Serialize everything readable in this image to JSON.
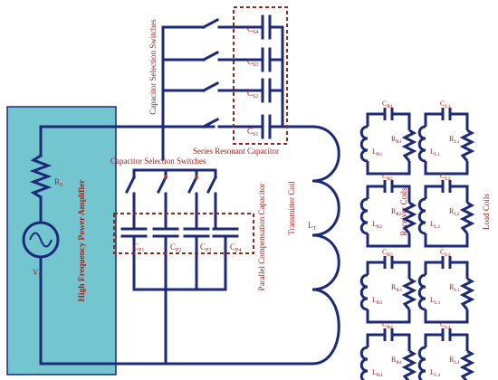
{
  "power_amplifier": {
    "title": "High Frequency Power Amplifier",
    "rs": {
      "main": "R",
      "sub": "S"
    },
    "vs": {
      "main": "V",
      "sub": "S"
    },
    "panel_color": "#73c6cf"
  },
  "series_section": {
    "switch_label": "Capacitor Selection Switches",
    "group_label": "Series Resonant Capacitor",
    "capacitors": [
      {
        "main": "C",
        "sub": "S4"
      },
      {
        "main": "C",
        "sub": "S3"
      },
      {
        "main": "C",
        "sub": "S2"
      },
      {
        "main": "C",
        "sub": "S1"
      }
    ]
  },
  "parallel_section": {
    "switch_label": "Capacitor Selection Switches",
    "group_label": "Parallel Compensation Capacitor",
    "capacitors": [
      {
        "main": "C",
        "sub": "P1"
      },
      {
        "main": "C",
        "sub": "P2"
      },
      {
        "main": "C",
        "sub": "P3"
      },
      {
        "main": "C",
        "sub": "P4"
      }
    ]
  },
  "transmitter": {
    "title": "Transmitter Coil",
    "inductor": {
      "main": "L",
      "sub": "T"
    }
  },
  "receiver_label": "Receiver Coils",
  "load_label": "Load Coils",
  "receiver_coils": [
    {
      "c": {
        "main": "C",
        "sub": "R1"
      },
      "l": {
        "main": "L",
        "sub": "R1"
      },
      "r": {
        "main": "R",
        "sub": "R1"
      }
    },
    {
      "c": {
        "main": "C",
        "sub": "R2"
      },
      "l": {
        "main": "L",
        "sub": "R2"
      },
      "r": {
        "main": "R",
        "sub": "R2"
      }
    },
    {
      "c": {
        "main": "C",
        "sub": "R3"
      },
      "l": {
        "main": "L",
        "sub": "R3"
      },
      "r": {
        "main": "R",
        "sub": "R3"
      }
    },
    {
      "c": {
        "main": "C",
        "sub": "R4"
      },
      "l": {
        "main": "L",
        "sub": "R4"
      },
      "r": {
        "main": "R",
        "sub": "R4"
      }
    }
  ],
  "load_coils": [
    {
      "c": {
        "main": "C",
        "sub": "L1"
      },
      "l": {
        "main": "L",
        "sub": "L1"
      },
      "r": {
        "main": "R",
        "sub": "L1"
      }
    },
    {
      "c": {
        "main": "C",
        "sub": "L2"
      },
      "l": {
        "main": "L",
        "sub": "L2"
      },
      "r": {
        "main": "R",
        "sub": "L2"
      }
    },
    {
      "c": {
        "main": "C",
        "sub": "L3"
      },
      "l": {
        "main": "L",
        "sub": "L3"
      },
      "r": {
        "main": "R",
        "sub": "L3"
      }
    },
    {
      "c": {
        "main": "C",
        "sub": "L4"
      },
      "l": {
        "main": "L",
        "sub": "L4"
      },
      "r": {
        "main": "R",
        "sub": "L4"
      }
    }
  ],
  "colors": {
    "wire": "#1c2a78",
    "label": "#a0201e",
    "group_box": "#8b2c1c"
  }
}
